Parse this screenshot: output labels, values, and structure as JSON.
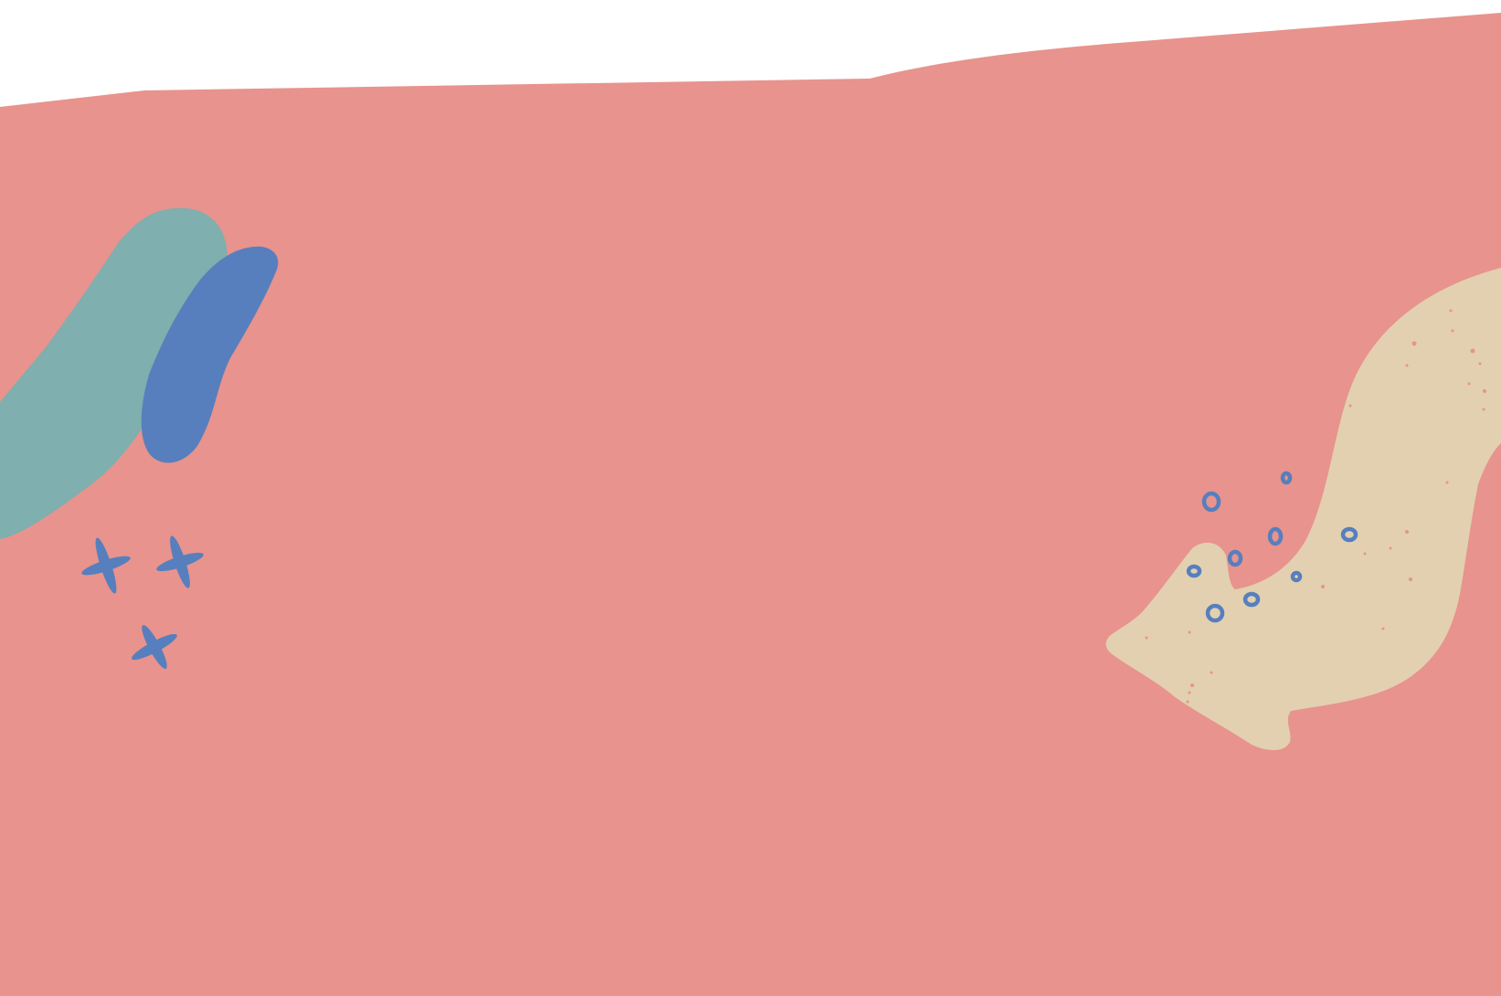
{
  "colors": {
    "page": "#ffffff",
    "background": "#e8938d",
    "teal": "#7fafae",
    "blue": "#577fbe",
    "sand": "#e2d0b1"
  },
  "shapes": [
    {
      "name": "pink-background-shape",
      "color": "background"
    },
    {
      "name": "teal-brush-stroke",
      "color": "teal"
    },
    {
      "name": "blue-brush-stroke",
      "color": "blue"
    },
    {
      "name": "cross-sparkles",
      "color": "blue",
      "count": 3
    },
    {
      "name": "sand-wave-shape",
      "color": "sand"
    },
    {
      "name": "ring-dots",
      "color": "blue",
      "count": 10
    }
  ]
}
